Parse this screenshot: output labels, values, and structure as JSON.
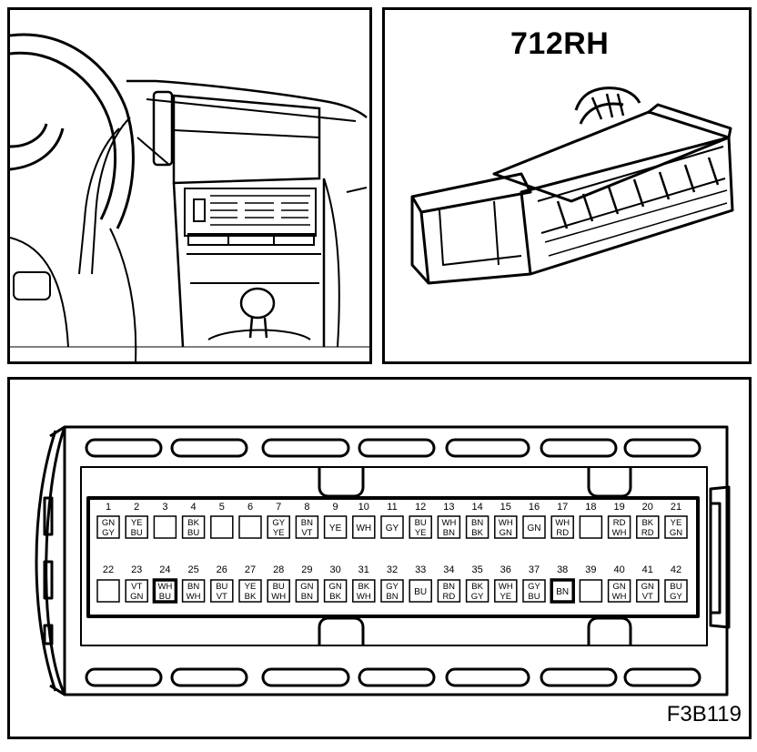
{
  "connector_title": "712RH",
  "figure_id": "F3B119",
  "row1": [
    {
      "num": "1",
      "colors": [
        "GN",
        "GY"
      ]
    },
    {
      "num": "2",
      "colors": [
        "YE",
        "BU"
      ]
    },
    {
      "num": "3",
      "colors": []
    },
    {
      "num": "4",
      "colors": [
        "BK",
        "BU"
      ]
    },
    {
      "num": "5",
      "colors": []
    },
    {
      "num": "6",
      "colors": []
    },
    {
      "num": "7",
      "colors": [
        "GY",
        "YE"
      ]
    },
    {
      "num": "8",
      "colors": [
        "BN",
        "VT"
      ]
    },
    {
      "num": "9",
      "colors": [
        "YE"
      ]
    },
    {
      "num": "10",
      "colors": [
        "WH"
      ]
    },
    {
      "num": "11",
      "colors": [
        "GY"
      ]
    },
    {
      "num": "12",
      "colors": [
        "BU",
        "YE"
      ]
    },
    {
      "num": "13",
      "colors": [
        "WH",
        "BN"
      ]
    },
    {
      "num": "14",
      "colors": [
        "BN",
        "BK"
      ]
    },
    {
      "num": "15",
      "colors": [
        "WH",
        "GN"
      ]
    },
    {
      "num": "16",
      "colors": [
        "GN"
      ]
    },
    {
      "num": "17",
      "colors": [
        "WH",
        "RD"
      ]
    },
    {
      "num": "18",
      "colors": []
    },
    {
      "num": "19",
      "colors": [
        "RD",
        "WH"
      ]
    },
    {
      "num": "20",
      "colors": [
        "BK",
        "RD"
      ]
    },
    {
      "num": "21",
      "colors": [
        "YE",
        "GN"
      ]
    }
  ],
  "row2": [
    {
      "num": "22",
      "colors": []
    },
    {
      "num": "23",
      "colors": [
        "VT",
        "GN"
      ]
    },
    {
      "num": "24",
      "colors": [
        "WH",
        "BU"
      ],
      "bold": true
    },
    {
      "num": "25",
      "colors": [
        "BN",
        "WH"
      ]
    },
    {
      "num": "26",
      "colors": [
        "BU",
        "VT"
      ]
    },
    {
      "num": "27",
      "colors": [
        "YE",
        "BK"
      ]
    },
    {
      "num": "28",
      "colors": [
        "BU",
        "WH"
      ]
    },
    {
      "num": "29",
      "colors": [
        "GN",
        "BN"
      ]
    },
    {
      "num": "30",
      "colors": [
        "GN",
        "BK"
      ]
    },
    {
      "num": "31",
      "colors": [
        "BK",
        "WH"
      ]
    },
    {
      "num": "32",
      "colors": [
        "GY",
        "BN"
      ]
    },
    {
      "num": "33",
      "colors": [
        "BU"
      ]
    },
    {
      "num": "34",
      "colors": [
        "BN",
        "RD"
      ]
    },
    {
      "num": "35",
      "colors": [
        "BK",
        "GY"
      ]
    },
    {
      "num": "36",
      "colors": [
        "WH",
        "YE"
      ]
    },
    {
      "num": "37",
      "colors": [
        "GY",
        "BU"
      ]
    },
    {
      "num": "38",
      "colors": [
        "BN"
      ],
      "bold": true
    },
    {
      "num": "39",
      "colors": []
    },
    {
      "num": "40",
      "colors": [
        "GN",
        "WH"
      ]
    },
    {
      "num": "41",
      "colors": [
        "GN",
        "VT"
      ]
    },
    {
      "num": "42",
      "colors": [
        "BU",
        "GY"
      ]
    }
  ]
}
